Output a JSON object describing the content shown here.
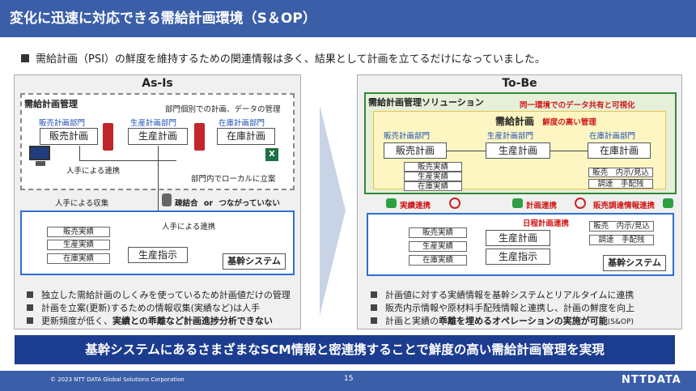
{
  "header": {
    "title": "変化に迅速に対応できる需給計画環境（S＆OP）"
  },
  "subtitle": "需給計画（PSI）の鮮度を維持するための関連情報は多く、結果として計画を立てるだけになっていました。",
  "asis": {
    "title": "As-Is",
    "area_title": "需給計画管理",
    "note_top": "部門個別での計画、データの管理",
    "dept_sales": "販売計画部門",
    "dept_prod": "生産計画部門",
    "dept_inv": "在庫計画部門",
    "plan_sales": "販売計画",
    "plan_prod": "生産計画",
    "plan_inv": "在庫計画",
    "manual_link": "人手による連携",
    "local_plan": "部門内でローカルに立案",
    "manual_collect": "人手による収集",
    "loose_a": "疎結合",
    "loose_or": "or",
    "loose_b": "つながっていない",
    "manual_link2": "人手による連携",
    "results": [
      "販売実績",
      "生産実績",
      "在庫実績"
    ],
    "prod_order": "生産指示",
    "core": "基幹システム",
    "bullets": [
      {
        "plain": "独立した需給計画のしくみを使っているため計画値だけの管理",
        "bold": "",
        "tail": ""
      },
      {
        "plain": "計画を立案(更新)するための情報収集(実績など)は人手",
        "bold": "",
        "tail": ""
      },
      {
        "plain": "更新頻度が低く、",
        "bold": "実績との乖離など計画進捗分析できない",
        "tail": ""
      }
    ]
  },
  "tobe": {
    "title": "To-Be",
    "solution": "需給計画管理ソリューション",
    "same_env": "同一環境でのデータ共有と可視化",
    "inner_title": "需給計画",
    "fresh": "鮮度の高い管理",
    "dept_sales": "販売計画部門",
    "dept_prod": "生産計画部門",
    "dept_inv": "在庫計画部門",
    "plan_sales": "販売計画",
    "plan_prod": "生産計画",
    "plan_inv": "在庫計画",
    "results": [
      "販売実績",
      "生産実績",
      "在庫実績"
    ],
    "right_items": [
      "販売　内示/見込",
      "調達　手配残"
    ],
    "link_results": "実績連携",
    "link_plan": "計画連携",
    "link_sales_proc": "販売調達情報連携",
    "schedule": "日程計画連携",
    "results2": [
      "販売実績",
      "生産実績",
      "在庫実績"
    ],
    "plan_prod2": "生産計画",
    "prod_order": "生産指示",
    "right_items2": [
      "販売　内示/見込",
      "調達　手配残"
    ],
    "core": "基幹システム",
    "bullets": [
      {
        "plain": "計画値に対する実績情報を基幹システムとリアルタイムに連携",
        "bold": "",
        "tail": ""
      },
      {
        "plain": "販売内示情報や原材料手配残情報と連携し、計画の鮮度を向上",
        "bold": "",
        "tail": ""
      },
      {
        "plain": "計画と実績の",
        "bold": "乖離を埋めるオペレーションの実施が可能",
        "tail": "(S&OP)"
      }
    ]
  },
  "banner": "基幹システムにあるさまざまなSCM情報と密連携することで鮮度の高い需給計画管理を実現",
  "footer": {
    "copyright": "© 2023 NTT DATA Global Solutions Corporation",
    "page": "15",
    "logo": "NTTDATA"
  }
}
